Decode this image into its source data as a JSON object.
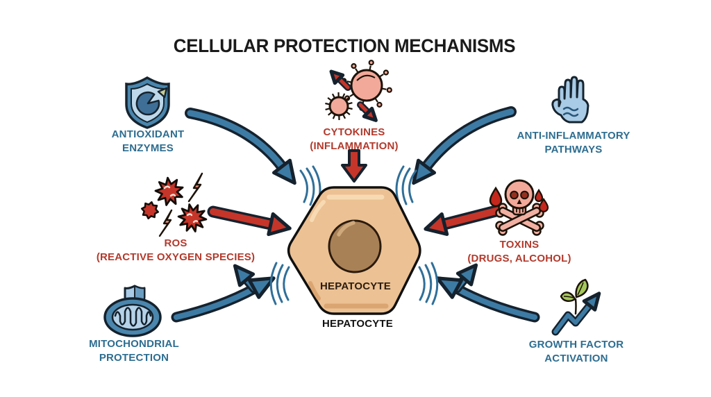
{
  "title": "CELLULAR PROTECTION MECHANISMS",
  "center": {
    "cell_label": "HEPATOCYTE",
    "caption": "HEPATOCYTE",
    "shape": "hexagon-cell-with-nucleus"
  },
  "nodes": {
    "antioxidant_enzymes": {
      "lines": [
        "ANTIOXIDANT",
        "ENZYMES"
      ],
      "color": "blue",
      "icon": "shield-pie-icon",
      "arrow": "curved-blue-toward-cell"
    },
    "cytokines": {
      "lines": [
        "CYTOKINES",
        "(INFLAMMATION)"
      ],
      "color": "red",
      "icon": "virus-cluster-icon",
      "arrow": "straight-red-down-toward-cell"
    },
    "anti_inflammatory": {
      "lines": [
        "ANTI-INFLAMMATORY",
        "PATHWAYS"
      ],
      "color": "blue",
      "icon": "stop-hand-icon",
      "arrow": "curved-blue-toward-cell"
    },
    "ros": {
      "lines": [
        "ROS",
        "(REACTIVE OXYGEN SPECIES)"
      ],
      "color": "red",
      "icon": "starburst-lightning-icon",
      "arrow": "straight-red-right-toward-cell"
    },
    "toxins": {
      "lines": [
        "TOXINS",
        "(DRUGS, ALCOHOL)"
      ],
      "color": "red",
      "icon": "skull-crossbones-icon",
      "arrow": "straight-red-left-toward-cell"
    },
    "mitochondrial_protection": {
      "lines": [
        "MITOCHONDRIAL",
        "PROTECTION"
      ],
      "color": "blue",
      "icon": "mitochondria-shield-icon",
      "arrow": "curved-blue-forked-toward-cell"
    },
    "growth_factor_activation": {
      "lines": [
        "GROWTH FACTOR",
        "ACTIVATION"
      ],
      "color": "blue",
      "icon": "growth-arrow-leaf-icon",
      "arrow": "curved-blue-forked-toward-cell"
    }
  },
  "colors": {
    "background": "#ffffff",
    "blue_arrow": "#3d7ba4",
    "red_arrow": "#c63529",
    "outline": "#15222e",
    "blue_text": "#2d6d90",
    "red_text": "#b23a2c",
    "title_text": "#1a1a1a",
    "hexagon_fill": "#ecc193",
    "nucleus_fill": "#a98157",
    "light_blue": "#a9cbe5",
    "pink": "#f2a99a",
    "drop_red": "#c5271d",
    "leaf_green": "#a5c75c",
    "hepatocyte_inner_text": "#2b1c10"
  }
}
